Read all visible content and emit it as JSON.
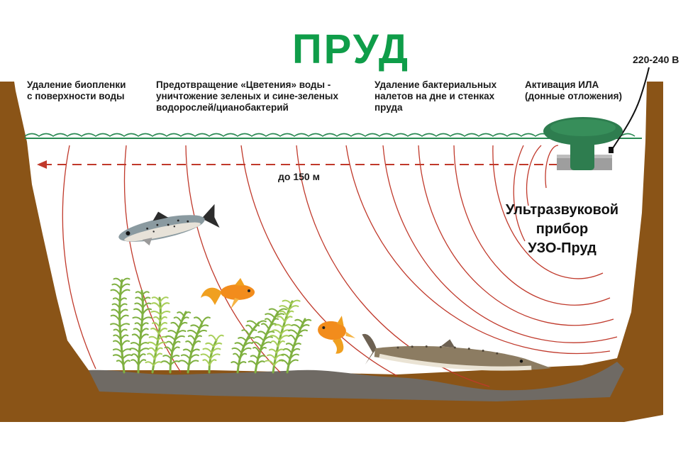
{
  "title": "ПРУД",
  "labels": {
    "biofilm": [
      "Удаление биопленки",
      "с поверхности воды"
    ],
    "bloom": [
      "Предотвращение «Цветения» воды -",
      "уничтожение зеленых и сине-зеленых",
      "водорослей/цианобактерий"
    ],
    "bacteria": [
      "Удаление бактериальных",
      "налетов на дне и стенках",
      "пруда"
    ],
    "sludge": [
      "Активация ИЛА",
      "(донные отложения)"
    ]
  },
  "voltage": "220-240 В",
  "range": "до 150 м",
  "device": [
    "Ультразвуковой",
    "прибор",
    "УЗО-Пруд"
  ],
  "colors": {
    "title": "#0f9d49",
    "soil": "#8a5417",
    "sediment": "#6f6a64",
    "water_line": "#2a8a53",
    "waves": "#c0392b",
    "device": "#2e7d4f",
    "plants": "#7fb040"
  }
}
